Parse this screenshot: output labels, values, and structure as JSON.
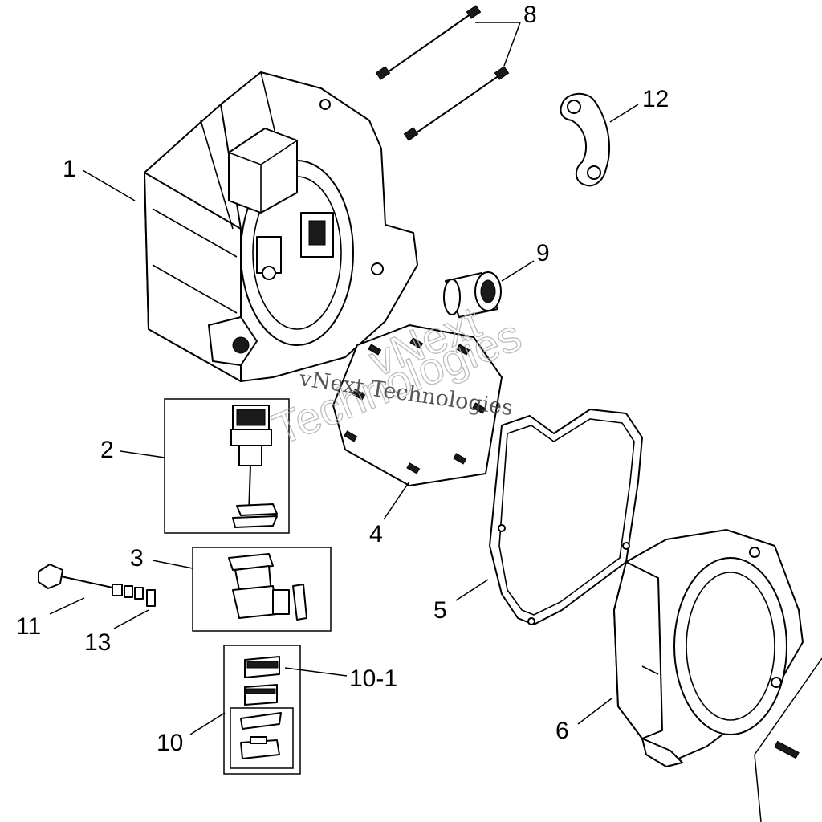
{
  "diagram": {
    "callouts": [
      {
        "id": "1",
        "label": "1"
      },
      {
        "id": "2",
        "label": "2"
      },
      {
        "id": "3",
        "label": "3"
      },
      {
        "id": "4",
        "label": "4"
      },
      {
        "id": "5",
        "label": "5"
      },
      {
        "id": "6",
        "label": "6"
      },
      {
        "id": "8",
        "label": "8"
      },
      {
        "id": "9",
        "label": "9"
      },
      {
        "id": "10",
        "label": "10"
      },
      {
        "id": "10-1",
        "label": "10-1"
      },
      {
        "id": "11",
        "label": "11"
      },
      {
        "id": "12",
        "label": "12"
      },
      {
        "id": "13",
        "label": "13"
      }
    ]
  },
  "watermark": {
    "line_serif": "vNext Technologies",
    "line_outline_1": "vNext",
    "line_outline_2": "Technologies"
  }
}
